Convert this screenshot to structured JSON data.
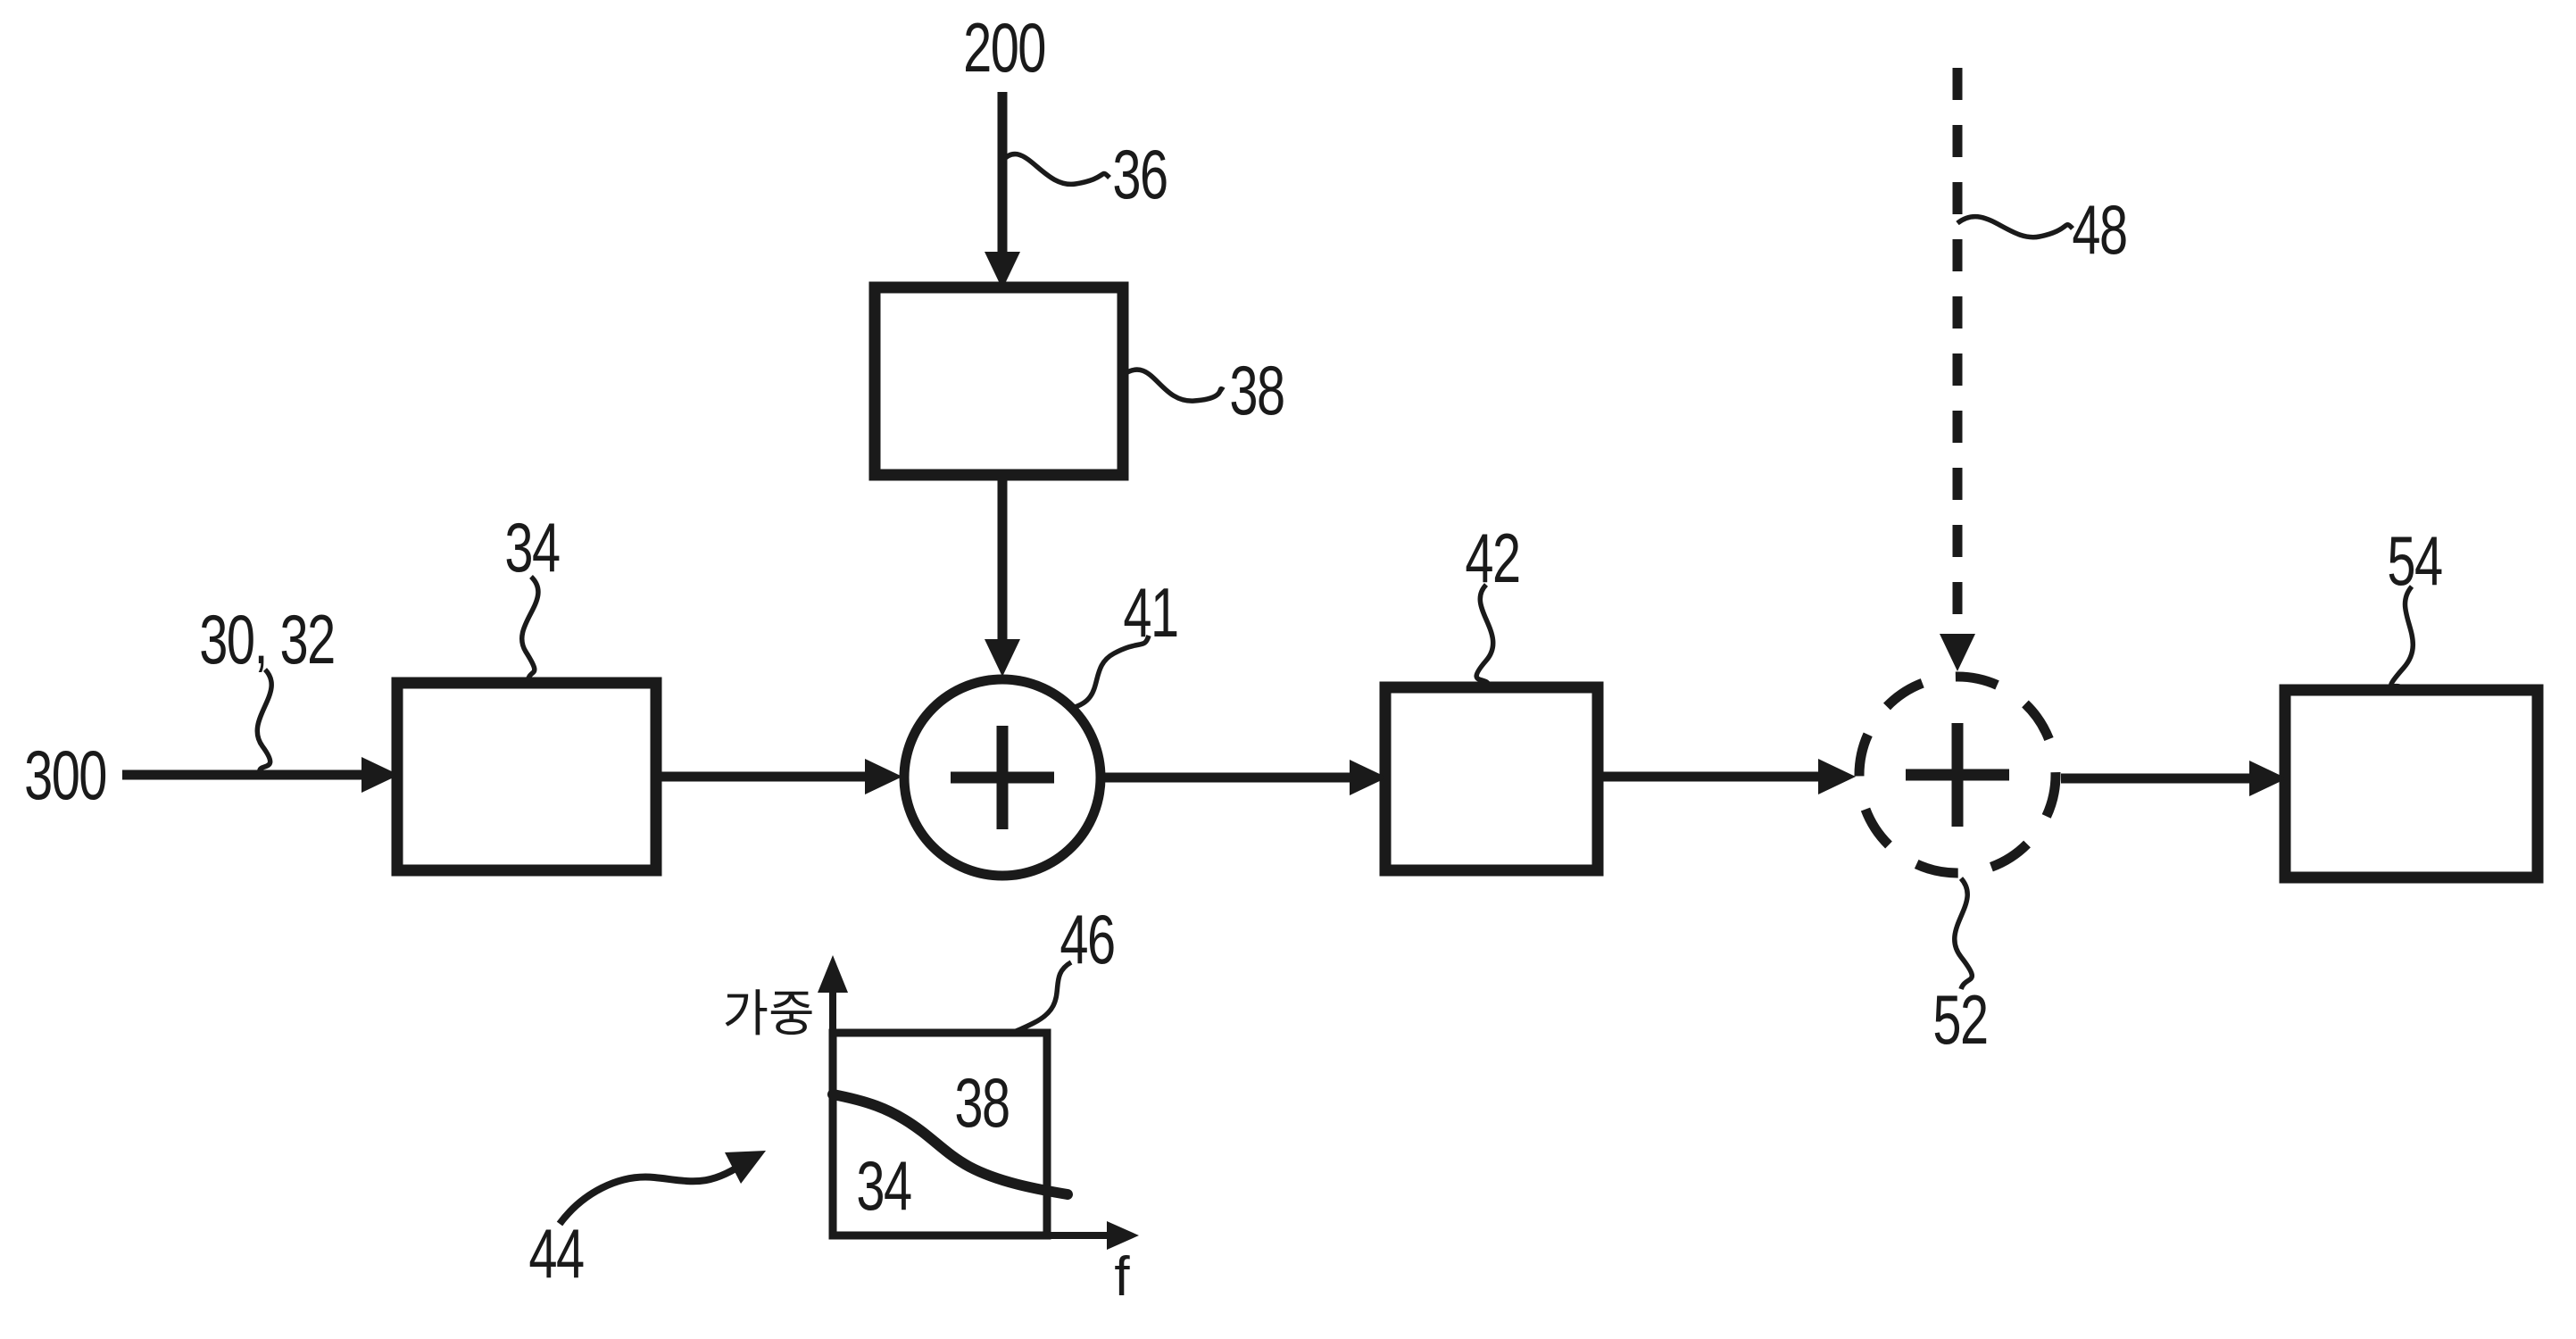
{
  "diagram": {
    "background_color": "#ffffff",
    "ink_color": "#1a1a1a",
    "nodes": {
      "source_label": "300",
      "input_edge_label": "30, 32",
      "filter_box_label": "34",
      "top_source_label": "200",
      "top_edge_label": "36",
      "weight_box_label": "38",
      "adder_label": "41",
      "post_box_label": "42",
      "dashed_edge_label": "48",
      "dashed_adder_label": "52",
      "output_box_label": "54"
    },
    "inset_graph": {
      "callout_label": "46",
      "pointer_label": "44",
      "y_axis_label": "가중",
      "x_axis_label": "f",
      "upper_region_label": "38",
      "lower_region_label": "34"
    }
  }
}
